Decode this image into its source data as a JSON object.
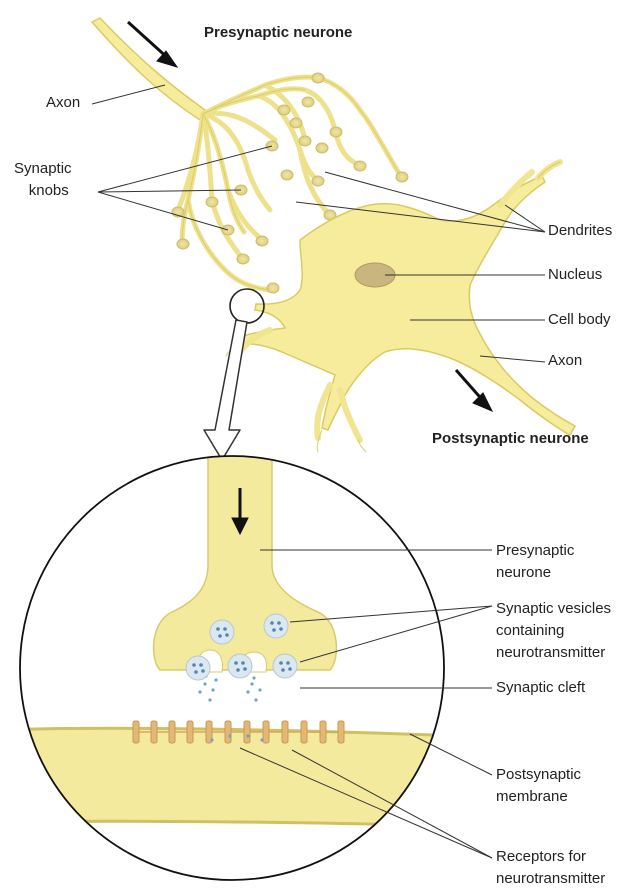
{
  "titles": {
    "presynaptic": "Presynaptic neurone",
    "postsynaptic": "Postsynaptic neurone"
  },
  "labels": {
    "axon_top": "Axon",
    "synaptic_knobs": [
      "Synaptic",
      "knobs"
    ],
    "dendrites": "Dendrites",
    "nucleus": "Nucleus",
    "cell_body": "Cell body",
    "axon_bottom": "Axon",
    "presynaptic_neurone": [
      "Presynaptic",
      "neurone"
    ],
    "synaptic_vesicles": [
      "Synaptic vesicles",
      "containing",
      "neurotransmitter"
    ],
    "synaptic_cleft": "Synaptic cleft",
    "postsynaptic_membrane": [
      "Postsynaptic",
      "membrane"
    ],
    "receptors": [
      "Receptors for",
      "neurotransmitter"
    ]
  },
  "colors": {
    "neuron_fill": "#f6ec9c",
    "neuron_stroke": "#d9cb62",
    "nucleus_fill": "#c9b57e",
    "zoom_fill": "#f4ea9e",
    "knob_fill": "#efe29a",
    "vesicle_fill": "#dce8f0",
    "receptor_fill": "#e3b877",
    "arrow": "#111111"
  }
}
